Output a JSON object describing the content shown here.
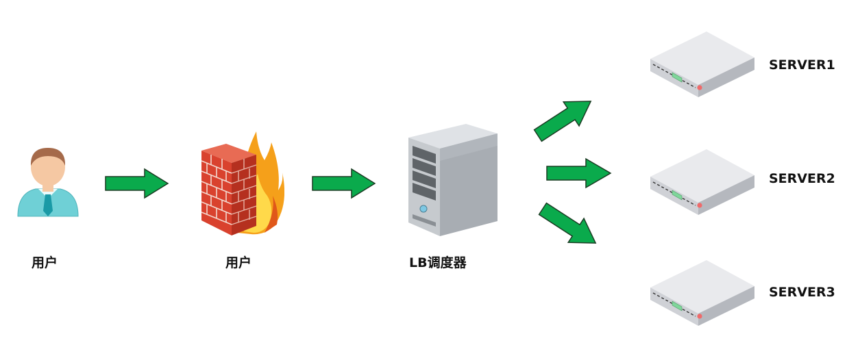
{
  "nodes": {
    "user": {
      "label": "用户",
      "icon": "user-icon"
    },
    "firewall": {
      "label": "用户",
      "icon": "firewall-icon"
    },
    "lb": {
      "label": "LB调度器",
      "icon": "tower-server-icon"
    },
    "servers": [
      {
        "label": "SERVER1",
        "icon": "rack-server-icon"
      },
      {
        "label": "SERVER2",
        "icon": "rack-server-icon"
      },
      {
        "label": "SERVER3",
        "icon": "rack-server-icon"
      }
    ]
  },
  "colors": {
    "arrow": "#0aaa4c",
    "arrow_outline": "#1a3a22",
    "user_shirt": "#6fd0d6",
    "user_tie": "#1a9aa6",
    "brick": "#d9422e",
    "flame": "#f5a01a",
    "server_body": "#e4e5e8",
    "server_led": "#7fd69a",
    "server_power": "#f06a6a"
  }
}
